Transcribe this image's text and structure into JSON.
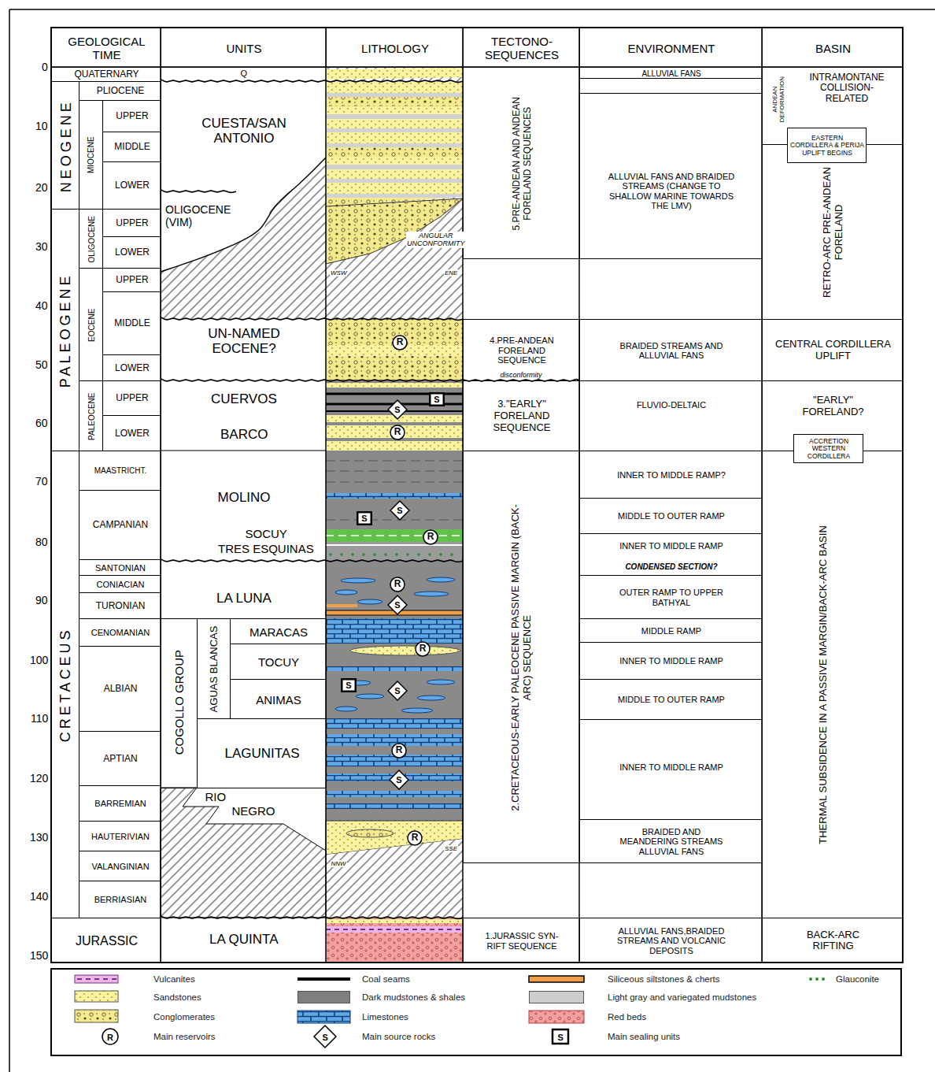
{
  "diagram": {
    "nodes": [
      {
        "text": [
          "GEOLOGICAL TIME"
        ]
      },
      {
        "text": [
          "UNITS"
        ]
      },
      {
        "text": [
          "LITHOLOGY"
        ]
      },
      {
        "text": [
          "TECTONO- SEQUENCES"
        ]
      },
      {
        "text": [
          "ENVIRONMENT"
        ]
      },
      {
        "text": [
          "BASIN"
        ]
      },
      {
        "text": [
          "QUATERNARY"
        ]
      },
      {
        "text": [
          "NEOGENE"
        ]
      },
      {
        "text": [
          "PLIOCENE"
        ]
      },
      {
        "text": [
          "MIOCENE"
        ]
      },
      {
        "text": [
          "UPPER"
        ]
      },
      {
        "text": [
          "MIDDLE"
        ]
      },
      {
        "text": [
          "LOWER"
        ]
      },
      {
        "text": [
          "PALEOGENE"
        ]
      },
      {
        "text": [
          "OLIGOCENE"
        ]
      },
      {
        "text": [
          "UPPER"
        ]
      },
      {
        "text": [
          "LOWER"
        ]
      },
      {
        "text": [
          "EOCENE"
        ]
      },
      {
        "text": [
          "UPPER"
        ]
      },
      {
        "text": [
          "MIDDLE"
        ]
      },
      {
        "text": [
          "LOWER"
        ]
      },
      {
        "text": [
          "PALEOCENE"
        ]
      },
      {
        "text": [
          "UPPER"
        ]
      },
      {
        "text": [
          "LOWER"
        ]
      },
      {
        "text": [
          "CRETACEUS"
        ]
      },
      {
        "text": [
          "MAASTRICHT."
        ]
      },
      {
        "text": [
          "CAMPANIAN"
        ]
      },
      {
        "text": [
          "SANTONIAN"
        ]
      },
      {
        "text": [
          "CONIACIAN"
        ]
      },
      {
        "text": [
          "TURONIAN"
        ]
      },
      {
        "text": [
          "CENOMANIAN"
        ]
      },
      {
        "text": [
          "ALBIAN"
        ]
      },
      {
        "text": [
          "APTIAN"
        ]
      },
      {
        "text": [
          "BARREMIAN"
        ]
      },
      {
        "text": [
          "HAUTERIVIAN"
        ]
      },
      {
        "text": [
          "VALANGINIAN"
        ]
      },
      {
        "text": [
          "BERRIASIAN"
        ]
      },
      {
        "text": [
          "JURASSIC"
        ]
      },
      {
        "text": [
          "COGOLLO GROUP"
        ]
      },
      {
        "text": [
          "AGUAS BLANCAS"
        ],
        "in": 38
      },
      {
        "text": [
          "MARACAS"
        ],
        "in": 39
      },
      {
        "text": [
          "TOCUY"
        ],
        "in": 39
      },
      {
        "text": [
          "ANIMAS"
        ],
        "in": 39
      },
      {
        "text": [
          "LAGUNITAS"
        ],
        "in": 38
      },
      {
        "text": [
          "R"
        ]
      },
      {
        "text": [
          "S"
        ]
      },
      {
        "text": [
          "S"
        ]
      },
      {
        "text": [
          "R"
        ]
      },
      {
        "text": [
          "S"
        ]
      },
      {
        "text": [
          "S"
        ]
      },
      {
        "text": [
          "R"
        ]
      },
      {
        "text": [
          "R"
        ]
      },
      {
        "text": [
          "S"
        ]
      },
      {
        "text": [
          "R"
        ]
      },
      {
        "text": [
          "S"
        ]
      },
      {
        "text": [
          "S"
        ]
      },
      {
        "text": [
          "R"
        ]
      },
      {
        "text": [
          "S"
        ]
      },
      {
        "text": [
          "R"
        ]
      },
      {
        "text": [
          "5.PRE-ANDEAN AND ANDEAN FORELAND SEQUENCES"
        ]
      },
      {
        "text": [
          "4.PRE-ANDEAN FORELAND SEQUENCE"
        ]
      },
      {
        "text": [
          "3.\"EARLY\" FORELAND SEQUENCE"
        ]
      },
      {
        "text": [
          "2.CRETACEOUS-EARLY PALEOCENE PASSIVE MARGIN (BACK-ARC) SEQUENCE"
        ]
      },
      {
        "text": [
          "1.JURASSIC SYN-RIFT SEQUENCE"
        ]
      },
      {
        "text": [
          "ALLUVIAL FANS"
        ]
      },
      {
        "text": [
          "ALLUVIAL FANS AND BRAIDED STREAMS (CHANGE TO SHALLOW MARINE TOWARDS THE LMV)"
        ]
      },
      {
        "text": [
          "BRAIDED STREAMS AND ALLUVIAL FANS"
        ]
      },
      {
        "text": [
          "FLUVIO-DELTAIC"
        ]
      },
      {
        "text": [
          "INNER TO MIDDLE RAMP?"
        ]
      },
      {
        "text": [
          "MIDDLE TO OUTER RAMP"
        ]
      },
      {
        "text": [
          "INNER TO MIDDLE RAMP",
          "CONDENSED SECTION?"
        ]
      },
      {
        "text": [
          "OUTER RAMP TO UPPER BATHYAL"
        ]
      },
      {
        "text": [
          "MIDDLE RAMP"
        ]
      },
      {
        "text": [
          "INNER TO MIDDLE RAMP"
        ]
      },
      {
        "text": [
          "MIDDLE TO OUTER RAMP"
        ]
      },
      {
        "text": [
          "INNER TO MIDDLE RAMP"
        ]
      },
      {
        "text": [
          "BRAIDED AND MEANDERING STREAMS ALLUVIAL FANS"
        ]
      },
      {
        "text": [
          "ALLUVIAL FANS,BRAIDED STREAMS AND VOLCANIC DEPOSITS"
        ]
      },
      {
        "text": [
          "ANDEAN DEFORMATION",
          "INTRAMONTANE COLLISION-RELATED"
        ]
      },
      {
        "text": [
          "EASTERN CORDILLERA & PERIJA UPLIFT BEGINS"
        ]
      },
      {
        "text": [
          "RETRO-ARC PRE-ANDEAN FORELAND"
        ]
      },
      {
        "text": [
          "CENTRAL CORDILLERA UPLIFT"
        ]
      },
      {
        "text": [
          "\"EARLY\" FORELAND?"
        ]
      },
      {
        "text": [
          "ACCRETION WESTERN CORDILLERA"
        ]
      },
      {
        "text": [
          "THERMAL SUBSIDENCE IN A PASSIVE MARGIN/BACK-ARC BASIN"
        ]
      },
      {
        "text": [
          "BACK-ARC RIFTING"
        ]
      }
    ],
    "labels": [
      "0",
      "10",
      "20",
      "30",
      "40",
      "50",
      "60",
      "70",
      "80",
      "90",
      "100",
      "110",
      "120",
      "130",
      "140",
      "150",
      "Q",
      "CUESTA/SAN ANTONIO",
      "OLIGOCENE (VIM)",
      "UN-NAMED EOCENE?",
      "CUERVOS",
      "BARCO",
      "MOLINO",
      "SOCUY",
      "TRES ESQUINAS",
      "LA LUNA",
      "RIO",
      "NEGRO",
      "LA QUINTA",
      "ANGULAR UNCONFORMITY",
      "WSW",
      "ENE",
      "disconformity",
      "NNW",
      "SSE",
      "R",
      "S",
      "S"
    ],
    "legend": [
      {
        "text": "Vulcanites"
      },
      {
        "text": "Coal seams"
      },
      {
        "text": "Siliceous siltstones & cherts"
      },
      {
        "text": "Glauconite"
      },
      {
        "text": "Sandstones"
      },
      {
        "text": "Dark mudstones & shales",
        "color": "#7f7f7f"
      },
      {
        "text": "Light gray and variegated mudstones",
        "color": "#cdcdcd"
      },
      {
        "text": "Conglomerates"
      },
      {
        "text": "Limestones"
      },
      {
        "text": "Red beds"
      },
      {
        "text": "Main reservoirs"
      },
      {
        "text": "Main source rocks"
      },
      {
        "text": "Main sealing units"
      }
    ]
  }
}
